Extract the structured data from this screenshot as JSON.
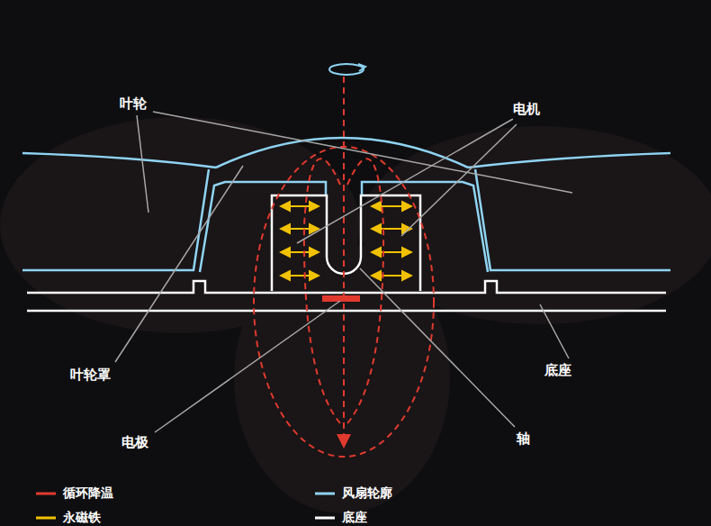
{
  "diagram": {
    "labels": [
      "叶轮",
      "电机",
      "叶轮罩",
      "底座",
      "电极",
      "轴"
    ],
    "legend": [
      {
        "text": "循环降温",
        "color": "#e03a2e"
      },
      {
        "text": "永磁铁",
        "color": "#f2c200"
      },
      {
        "text": "风扇轮廓",
        "color": "#8fd3f2"
      },
      {
        "text": "底座",
        "color": "#ffffff"
      }
    ]
  }
}
